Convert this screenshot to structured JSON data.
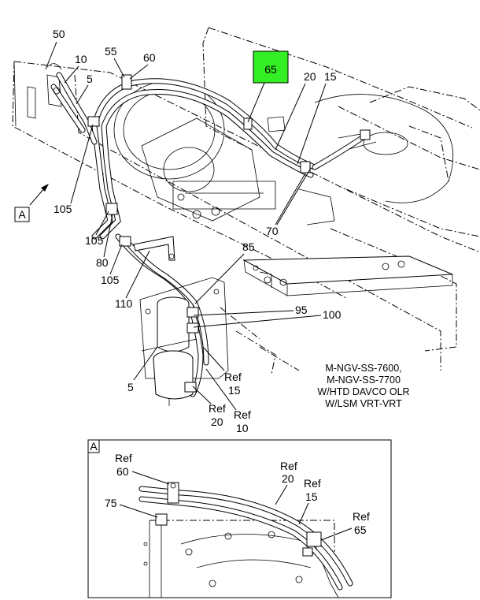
{
  "callouts": {
    "c50": "50",
    "c10": "10",
    "c5_top": "5",
    "c55": "55",
    "c60": "60",
    "c65": "65",
    "c20": "20",
    "c15": "15",
    "c105_a": "105",
    "c70": "70",
    "c105_b": "105",
    "c80": "80",
    "c105_c": "105",
    "c85": "85",
    "c110": "110",
    "c95": "95",
    "c100": "100",
    "c5_bottom": "5",
    "ref15": {
      "ref": "Ref",
      "num": "15"
    },
    "ref20": {
      "ref": "Ref",
      "num": "20"
    },
    "ref10": {
      "ref": "Ref",
      "num": "10"
    }
  },
  "view_marker": "A",
  "applicability_note": {
    "line1": "M-NGV-SS-7600,",
    "line2": "M-NGV-SS-7700",
    "line3": "W/HTD DAVCO OLR",
    "line4": "W/LSM VRT-VRT"
  },
  "detail_view": {
    "label": "A",
    "ref60": {
      "ref": "Ref",
      "num": "60"
    },
    "ref20": {
      "ref": "Ref",
      "num": "20"
    },
    "ref15": {
      "ref": "Ref",
      "num": "15"
    },
    "c75": "75",
    "ref65": {
      "ref": "Ref",
      "num": "65"
    }
  },
  "colors": {
    "highlight": "#33ee22",
    "line": "#000000",
    "background": "#ffffff"
  }
}
